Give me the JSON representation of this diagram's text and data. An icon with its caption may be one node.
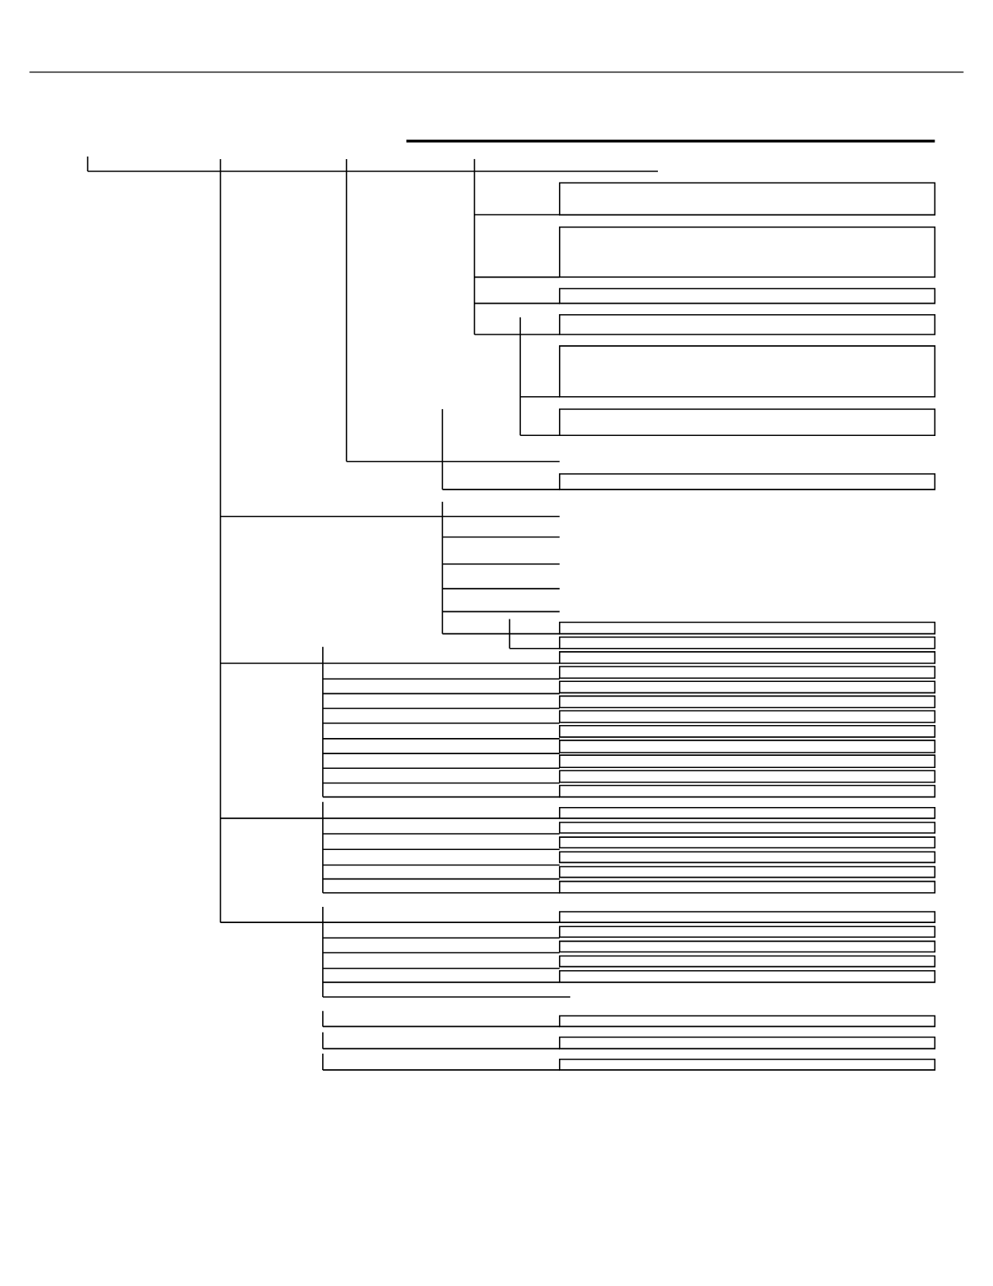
{
  "diagram": {
    "nodes": [
      {
        "text": [],
        "shape": "box"
      },
      {
        "text": [],
        "shape": "box"
      },
      {
        "text": [],
        "shape": "box"
      },
      {
        "text": [],
        "shape": "box"
      },
      {
        "text": [],
        "shape": "box"
      },
      {
        "text": [],
        "shape": "box"
      },
      {
        "text": [],
        "shape": "box"
      },
      {
        "text": [],
        "shape": "box"
      },
      {
        "text": [],
        "shape": "box"
      },
      {
        "text": [],
        "shape": "box"
      },
      {
        "text": [],
        "shape": "box"
      },
      {
        "text": [],
        "shape": "box"
      },
      {
        "text": [],
        "shape": "box"
      },
      {
        "text": [],
        "shape": "box"
      },
      {
        "text": [],
        "shape": "box"
      },
      {
        "text": [],
        "shape": "box"
      },
      {
        "text": [],
        "shape": "box"
      },
      {
        "text": [],
        "shape": "box"
      },
      {
        "text": [],
        "shape": "box"
      },
      {
        "text": [],
        "shape": "box"
      },
      {
        "text": [],
        "shape": "box"
      },
      {
        "text": [],
        "shape": "box"
      },
      {
        "text": [],
        "shape": "box"
      },
      {
        "text": [],
        "shape": "box"
      },
      {
        "text": [],
        "shape": "box"
      },
      {
        "text": [],
        "shape": "box"
      },
      {
        "text": [],
        "shape": "box"
      },
      {
        "text": [],
        "shape": "box"
      },
      {
        "text": [],
        "shape": "box"
      },
      {
        "text": [],
        "shape": "box"
      },
      {
        "text": [],
        "shape": "box"
      },
      {
        "text": [],
        "shape": "box"
      },
      {
        "text": [],
        "shape": "box"
      }
    ]
  }
}
